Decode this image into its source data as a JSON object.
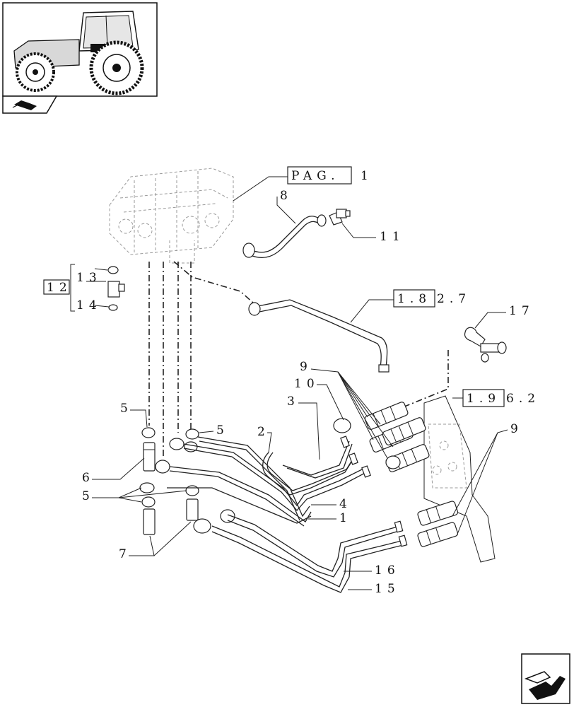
{
  "thumbnail": {
    "icon": "tractor-thumbnail-icon",
    "badge_icon": "book-badge-icon"
  },
  "nav": {
    "icon": "next-page-arrow-icon"
  },
  "references": {
    "pag": {
      "boxed": "PAG.",
      "rest": "1"
    },
    "ref_182": {
      "boxed": "1.8",
      "rest": "2.7"
    },
    "ref_196": {
      "boxed": "1.9",
      "rest": "6.2"
    },
    "ref_12": {
      "boxed": "12",
      "rest": ""
    }
  },
  "callouts": {
    "c1": "1",
    "c2": "2",
    "c3": "3",
    "c4": "4",
    "c5a": "5",
    "c5b": "5",
    "c5c": "5",
    "c6": "6",
    "c7": "7",
    "c8": "8",
    "c9a": "9",
    "c9b": "9",
    "c10": "10",
    "c11": "11",
    "c13": "13",
    "c14": "14",
    "c15": "15",
    "c16": "16",
    "c17": "17"
  }
}
